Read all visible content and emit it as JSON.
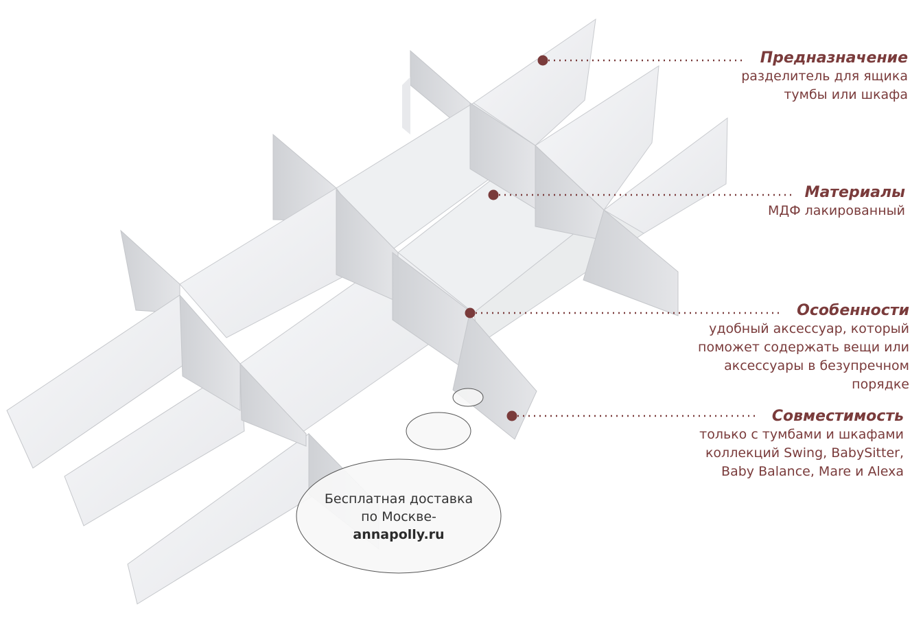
{
  "colors": {
    "accent": "#7a3b3b",
    "dot": "#7a3b3b",
    "panel_front": "#f3f4f6",
    "panel_side": "#d9dadd",
    "bubble_fill": "#f7f7f7"
  },
  "callouts": {
    "purpose": {
      "title": "Предназначение",
      "body": "разделитель для ящика\nтумбы или шкафа"
    },
    "materials": {
      "title": "Материалы",
      "body": "МДФ лакированный"
    },
    "features": {
      "title": "Особенности",
      "body": "удобный аксессуар, который\nпоможет содержать вещи или\nаксессуары в безупречном\nпорядке"
    },
    "compatibility": {
      "title": "Совместимость",
      "body": "только с тумбами и шкафами\nколлекций Swing, BabySitter,\nBaby Balance, Mare и Alexa"
    }
  },
  "promo_bubble": {
    "line1": "Бесплатная доставка",
    "line2": "по Москве-",
    "site": "annapolly.ru"
  }
}
